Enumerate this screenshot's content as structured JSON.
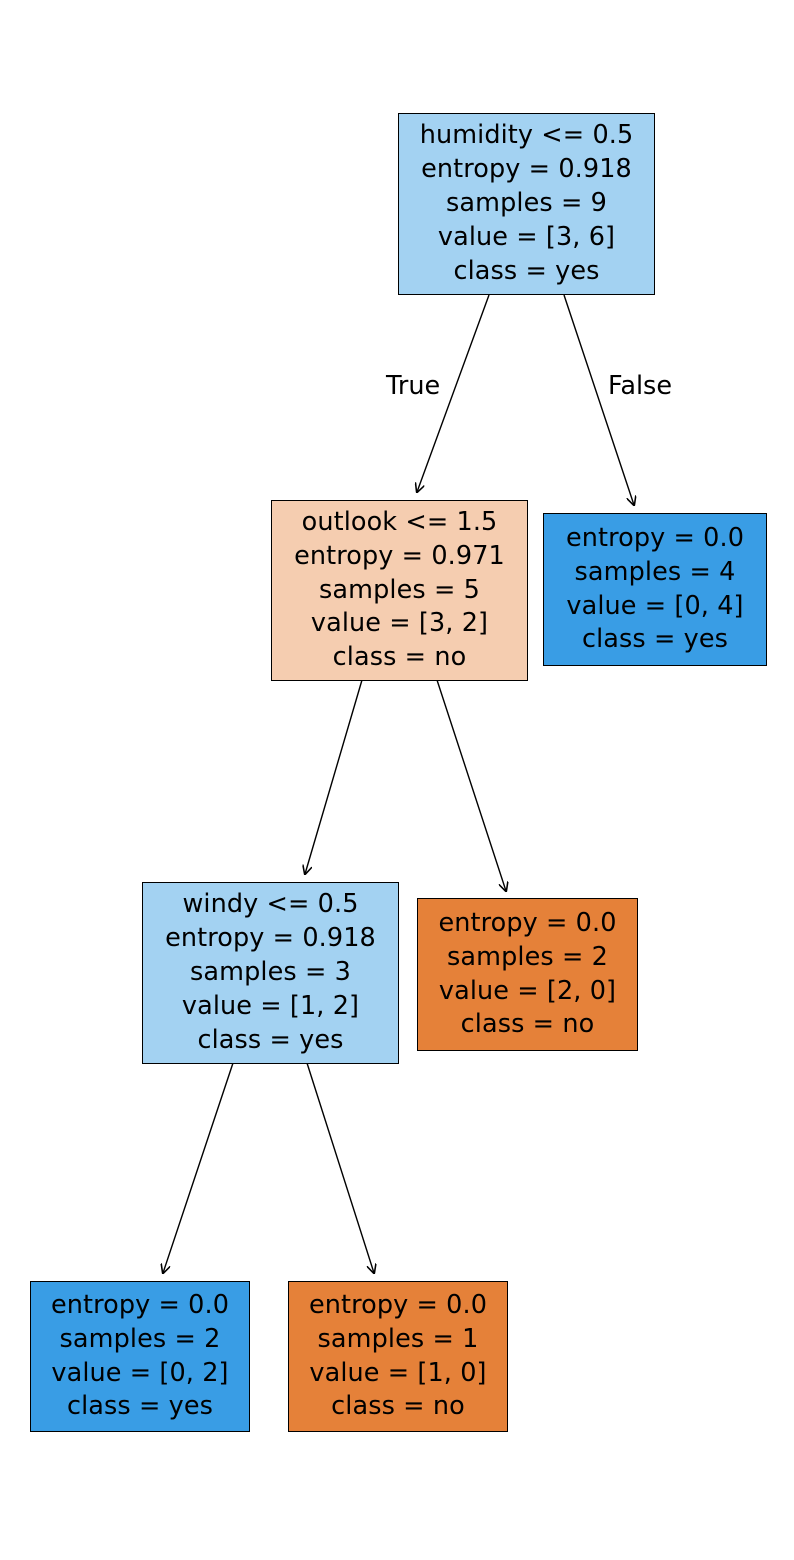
{
  "diagram": {
    "type": "decision-tree",
    "title": "",
    "colors": {
      "class_yes_pure": "#399de5",
      "class_yes_light": "#a3d2f2",
      "class_no_pure": "#e58139",
      "class_no_light": "#f5cdb0",
      "edge": "#000000",
      "text": "#000000",
      "background": "#ffffff"
    },
    "edge_labels": {
      "left": "True",
      "right": "False"
    },
    "nodes": [
      {
        "id": "root",
        "lines": [
          "humidity <= 0.5",
          "entropy = 0.918",
          "samples = 9",
          "value = [3, 6]",
          "class = yes"
        ],
        "feature": "humidity",
        "threshold": 0.5,
        "entropy": 0.918,
        "samples": 9,
        "value": [
          3,
          6
        ],
        "class": "yes",
        "fill": "#a3d2f2"
      },
      {
        "id": "n1",
        "lines": [
          "outlook <= 1.5",
          "entropy = 0.971",
          "samples = 5",
          "value = [3, 2]",
          "class = no"
        ],
        "feature": "outlook",
        "threshold": 1.5,
        "entropy": 0.971,
        "samples": 5,
        "value": [
          3,
          2
        ],
        "class": "no",
        "fill": "#f5cdb0"
      },
      {
        "id": "n2",
        "lines": [
          "entropy = 0.0",
          "samples = 4",
          "value = [0, 4]",
          "class = yes"
        ],
        "entropy": 0.0,
        "samples": 4,
        "value": [
          0,
          4
        ],
        "class": "yes",
        "fill": "#399de5"
      },
      {
        "id": "n3",
        "lines": [
          "windy <= 0.5",
          "entropy = 0.918",
          "samples = 3",
          "value = [1, 2]",
          "class = yes"
        ],
        "feature": "windy",
        "threshold": 0.5,
        "entropy": 0.918,
        "samples": 3,
        "value": [
          1,
          2
        ],
        "class": "yes",
        "fill": "#a3d2f2"
      },
      {
        "id": "n4",
        "lines": [
          "entropy = 0.0",
          "samples = 2",
          "value = [2, 0]",
          "class = no"
        ],
        "entropy": 0.0,
        "samples": 2,
        "value": [
          2,
          0
        ],
        "class": "no",
        "fill": "#e58139"
      },
      {
        "id": "n5",
        "lines": [
          "entropy = 0.0",
          "samples = 2",
          "value = [0, 2]",
          "class = yes"
        ],
        "entropy": 0.0,
        "samples": 2,
        "value": [
          0,
          2
        ],
        "class": "yes",
        "fill": "#399de5"
      },
      {
        "id": "n6",
        "lines": [
          "entropy = 0.0",
          "samples = 1",
          "value = [1, 0]",
          "class = no"
        ],
        "entropy": 0.0,
        "samples": 1,
        "value": [
          1,
          0
        ],
        "class": "no",
        "fill": "#e58139"
      }
    ]
  }
}
